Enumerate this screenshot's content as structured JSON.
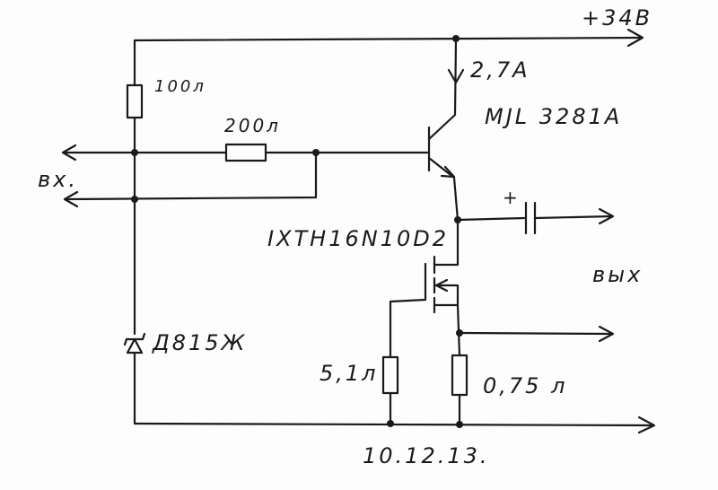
{
  "labels": {
    "supply": "+34В",
    "current": "2,7А",
    "transistor": "MJL 3281A",
    "r_top": "100л",
    "r_input": "200л",
    "input": "вх.",
    "mosfet": "IXTH16N10D2",
    "output": "вых",
    "plus": "+",
    "zener": "Д815Ж",
    "r_gate": "5,1л",
    "r_source": "0,75 л",
    "date": "10.12.13."
  },
  "colors": {
    "ink": "#1a1a1a",
    "paper": "#fdfdfd"
  }
}
